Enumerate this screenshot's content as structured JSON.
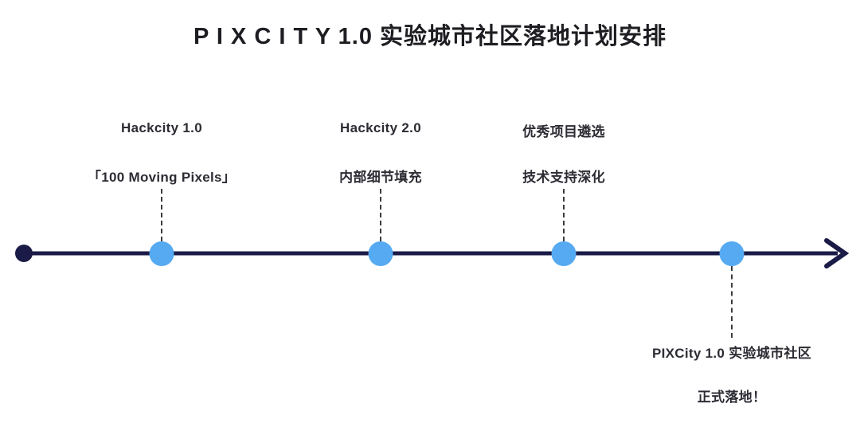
{
  "title": "P I X C I T Y 1.0 实验城市社区落地计划安排",
  "timeline": {
    "direction": "left-to-right",
    "milestones": [
      {
        "line1": "Hackcity 1.0",
        "line2": "「100 Moving Pixels」",
        "label_position": "above"
      },
      {
        "line1": "Hackcity 2.0",
        "line2": "内部细节填充",
        "label_position": "above"
      },
      {
        "line1": "优秀项目遴选",
        "line2": "技术支持深化",
        "label_position": "above"
      },
      {
        "line1": "PIXCity 1.0 实验城市社区",
        "line2": "正式落地！",
        "label_position": "below"
      }
    ]
  },
  "colors": {
    "background": "#ffffff",
    "axis": "#1b1b47",
    "dot": "#55aaf2",
    "start-dot": "#1b1b47",
    "text": "#2c2c34",
    "title": "#1d1d22",
    "dash": "#3c3c3c"
  }
}
